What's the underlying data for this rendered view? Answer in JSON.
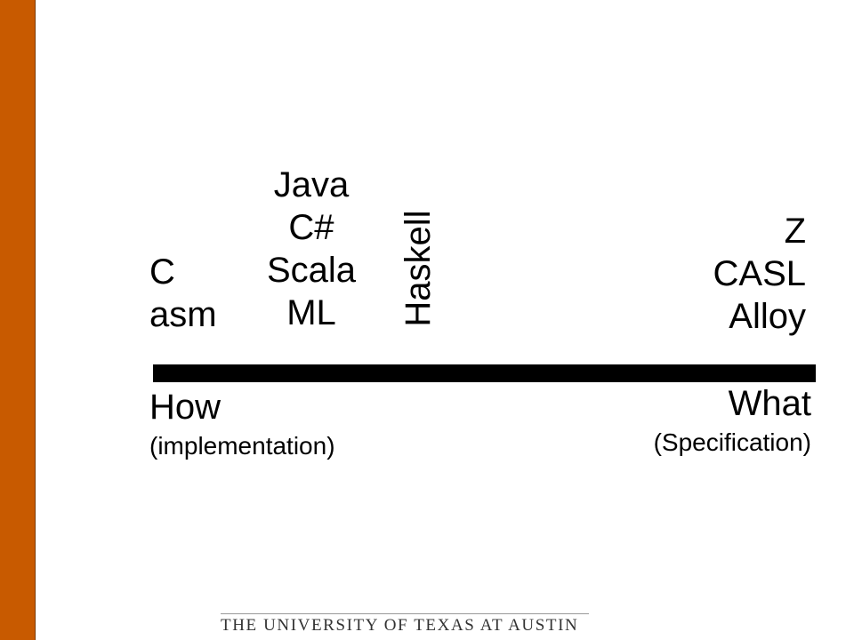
{
  "colors": {
    "accent_bar": "#c85a00",
    "axis": "#000000",
    "text": "#000000",
    "footer_text": "#333333"
  },
  "languages": {
    "low_level": [
      "C",
      "asm"
    ],
    "mainstream": [
      "Java",
      "C#",
      "Scala",
      "ML"
    ],
    "functional_vertical": "Haskell",
    "specification": [
      "Z",
      "CASL",
      "Alloy"
    ]
  },
  "axis": {
    "left_label": "How",
    "left_sublabel": "(implementation)",
    "right_label": "What",
    "right_sublabel": "(Specification)"
  },
  "footer": {
    "institution": "THE UNIVERSITY OF TEXAS AT AUSTIN"
  }
}
